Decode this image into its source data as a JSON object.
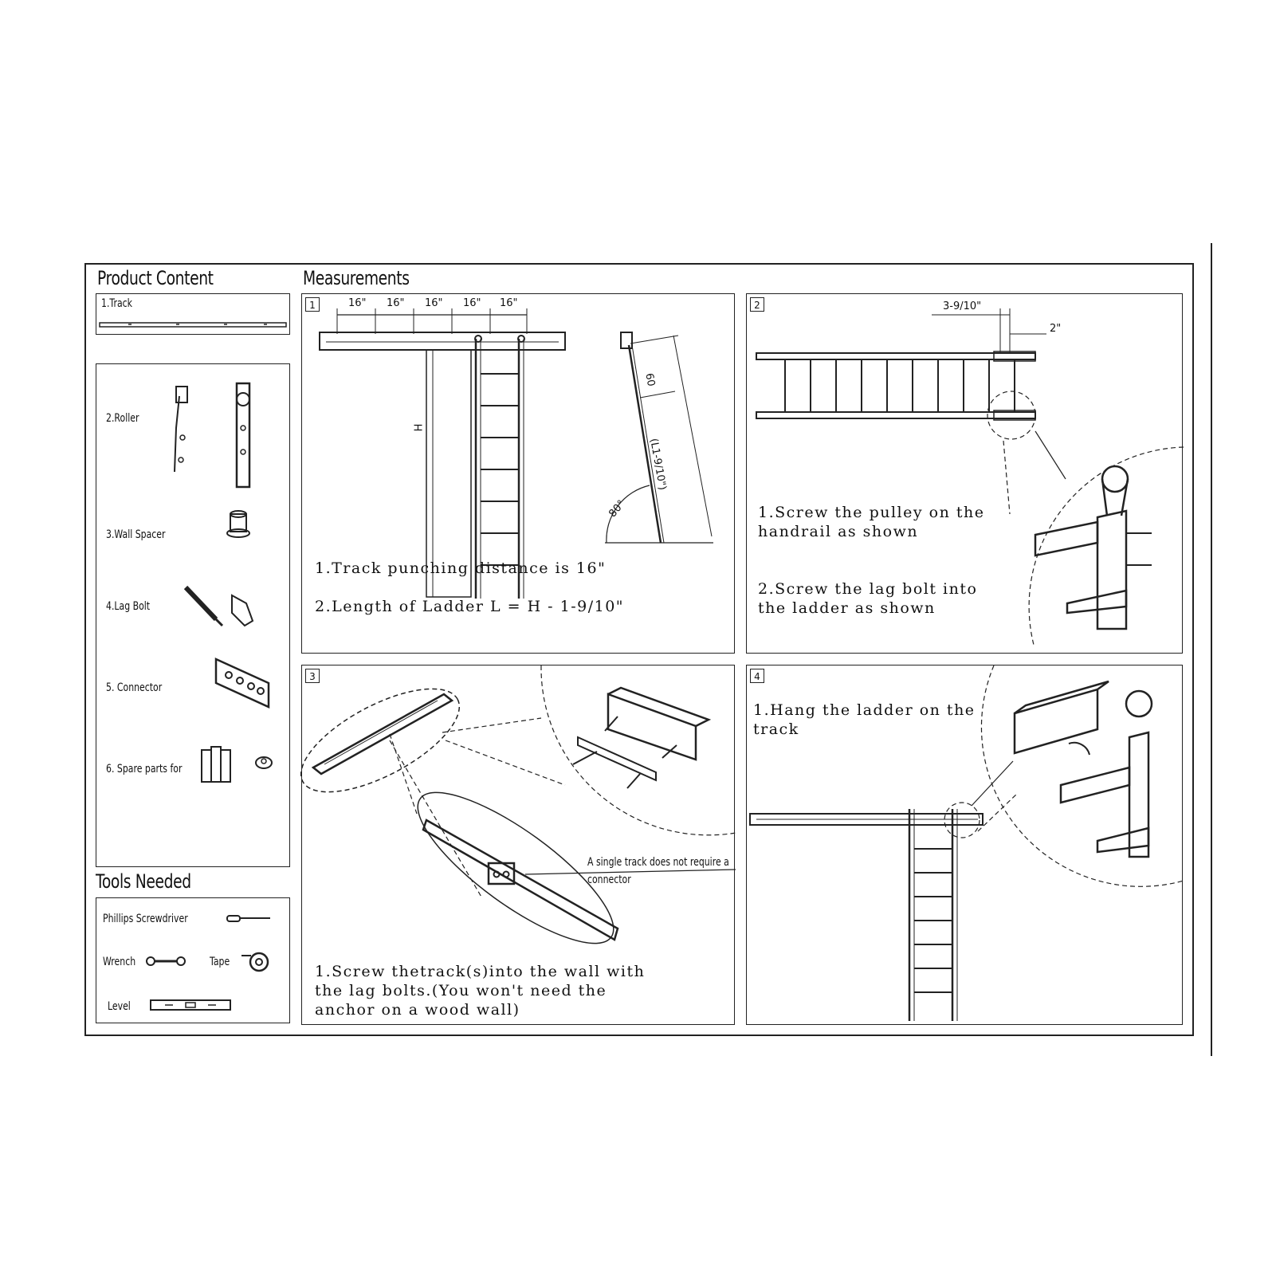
{
  "sections": {
    "product_content": "Product Content",
    "measurements": "Measurements",
    "tools_needed": "Tools Needed"
  },
  "parts": {
    "track": "1.Track",
    "roller": "2.Roller",
    "wall_spacer": "3.Wall Spacer",
    "lag_bolt": "4.Lag Bolt",
    "connector": "5. Connector",
    "spare_parts": "6. Spare parts for"
  },
  "tools": {
    "screwdriver": "Phillips Screwdriver",
    "wrench": "Wrench",
    "tape": "Tape",
    "level": "Level"
  },
  "panel1": {
    "number": "1",
    "dims": [
      "16\"",
      "16\"",
      "16\"",
      "16\"",
      "16\""
    ],
    "h_label": "H",
    "lf_label": "(L1-9/10\")",
    "lf_short": "60",
    "angle": "80°",
    "step1": "1.Track punching distance is 16\"",
    "step2": "2.Length of Ladder L = H - 1-9/10\""
  },
  "panel2": {
    "number": "2",
    "dim_a": "3-9/10\"",
    "dim_b": "2\"",
    "step1": "1.Screw the pulley on the handrail as shown",
    "step2": "2.Screw the lag bolt into the ladder as shown"
  },
  "panel3": {
    "number": "3",
    "note": "A single track does not require a connector",
    "step1": "1.Screw thetrack(s)into the wall with the lag bolts.(You won't need the anchor on a wood wall)"
  },
  "panel4": {
    "number": "4",
    "step1": "1.Hang the ladder on the track"
  }
}
